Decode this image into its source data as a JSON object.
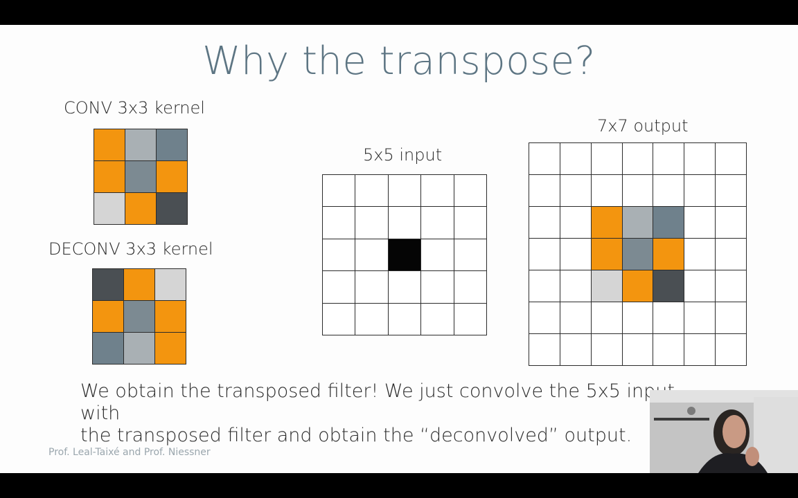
{
  "slide": {
    "title": "Why the transpose?",
    "conv_label": "CONV 3x3 kernel",
    "deconv_label": "DECONV 3x3 kernel",
    "input_label": "5x5 input",
    "output_label": "7x7 output",
    "caption_line1": "We obtain the transposed filter! We just convolve the 5x5 input with",
    "caption_line2": "the transposed filter and obtain the “deconvolved” output.",
    "footer": "Prof. Leal-Taixé and Prof. Niessner"
  },
  "grids": {
    "conv_kernel": [
      [
        "orange",
        "light-gray",
        "slate"
      ],
      [
        "orange",
        "mid-gray",
        "orange"
      ],
      [
        "pale-gray",
        "orange",
        "dark-gray"
      ]
    ],
    "deconv_kernel": [
      [
        "dark-gray",
        "orange",
        "pale-gray"
      ],
      [
        "orange",
        "mid-gray",
        "orange"
      ],
      [
        "slate",
        "light-gray",
        "orange"
      ]
    ],
    "input_5x5_center": "black",
    "output_7x7_patch": [
      [
        "orange",
        "light-gray",
        "slate"
      ],
      [
        "orange",
        "mid-gray",
        "orange"
      ],
      [
        "pale-gray",
        "orange",
        "dark-gray"
      ]
    ]
  },
  "colors": {
    "orange": "#f3950f",
    "title": "#5d7583",
    "background": "#fdfdfd"
  }
}
